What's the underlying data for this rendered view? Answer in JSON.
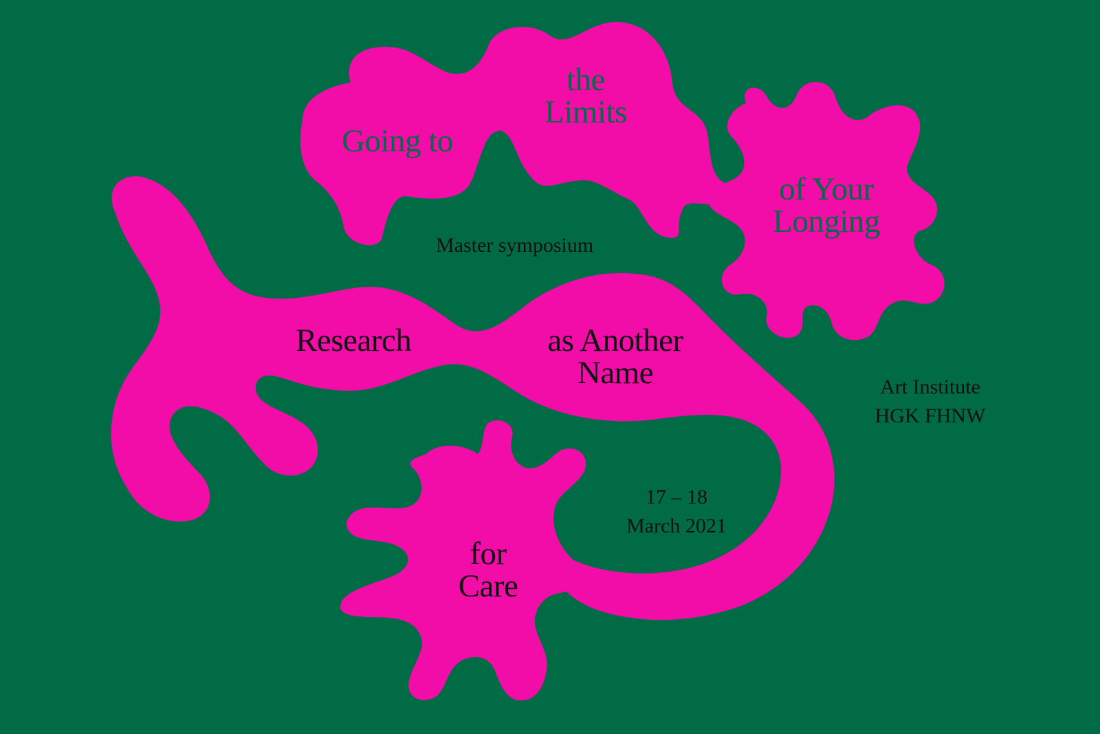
{
  "colors": {
    "background": "#006b44",
    "blob": "#f20ca8",
    "ink_dark": "#111111",
    "ink_green": "#006b44"
  },
  "title_part1": {
    "line1": "Going to"
  },
  "title_part2": {
    "line1": "the",
    "line2": "Limits"
  },
  "title_part3": {
    "line1": "of Your",
    "line2": "Longing"
  },
  "subtitle": "Master symposium",
  "research": {
    "word1": "Research",
    "word2_line1": "as Another",
    "word2_line2": "Name"
  },
  "care": {
    "line1": "for",
    "line2": "Care"
  },
  "dates": {
    "line1": "17 – 18",
    "line2": "March 2021"
  },
  "institute": {
    "line1": "Art Institute",
    "line2": "HGK FHNW"
  }
}
